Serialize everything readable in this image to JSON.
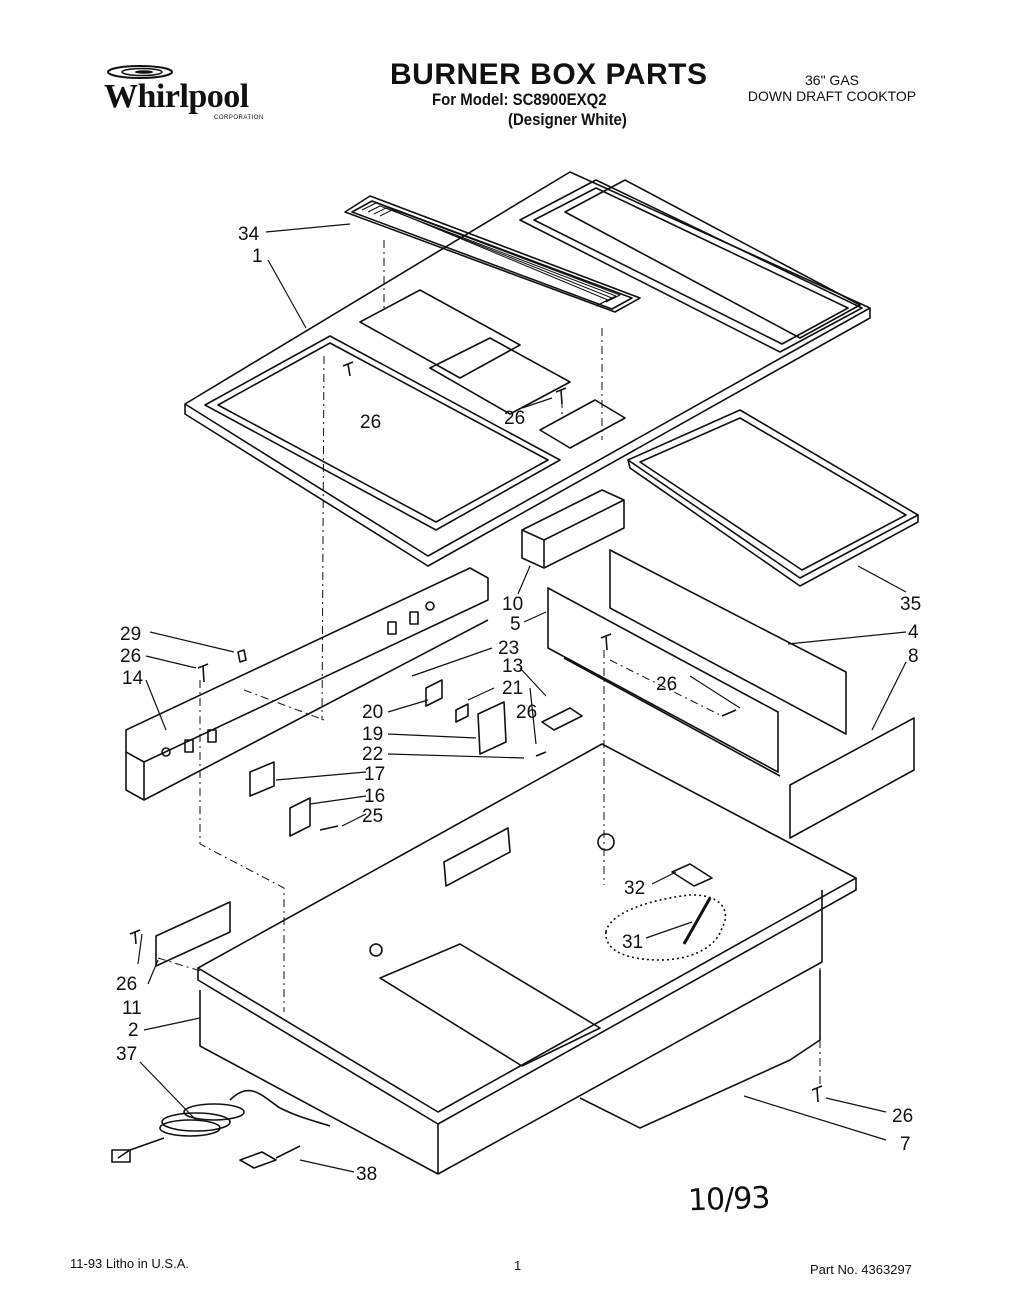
{
  "header": {
    "brand": "Whirlpool",
    "brand_sub": "CORPORATION",
    "title": "BURNER BOX PARTS",
    "model_line": "For Model: SC8900EXQ2",
    "color_line": "(Designer White)",
    "product_line1": "36\" GAS",
    "product_line2": "DOWN DRAFT COOKTOP"
  },
  "callouts": [
    "34",
    "1",
    "26",
    "26",
    "10",
    "5",
    "35",
    "4",
    "8",
    "29",
    "26",
    "14",
    "23",
    "13",
    "21",
    "26",
    "20",
    "19",
    "22",
    "17",
    "16",
    "25",
    "26",
    "32",
    "31",
    "26",
    "11",
    "2",
    "37",
    "38",
    "26",
    "7"
  ],
  "footer": {
    "litho": "11-93 Litho in U.S.A.",
    "page": "1",
    "part_no": "Part No. 4363297",
    "handwritten_date": "10/93"
  },
  "colors": {
    "ink": "#111111",
    "paper": "#ffffff"
  }
}
